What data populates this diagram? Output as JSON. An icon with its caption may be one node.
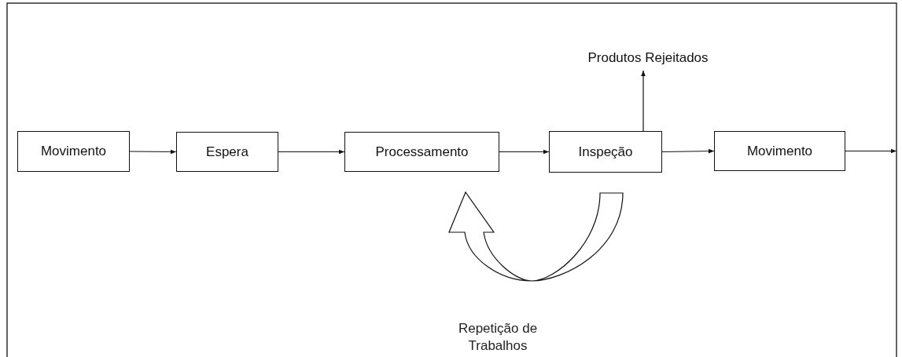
{
  "diagram": {
    "nodes": [
      {
        "text": [
          "Movimento"
        ]
      },
      {
        "text": [
          "Espera"
        ]
      },
      {
        "text": [
          "Processamento"
        ]
      },
      {
        "text": [
          "Inspeção"
        ]
      },
      {
        "text": [
          "Movimento"
        ]
      },
      {
        "text": [
          "Produtos Rejeitados"
        ]
      }
    ],
    "edges": [
      {
        "from": 0,
        "to": 1,
        "arrow": "to"
      },
      {
        "from": 1,
        "to": 2,
        "arrow": "to"
      },
      {
        "from": 2,
        "to": 3,
        "arrow": "to"
      },
      {
        "from": 3,
        "to": 4,
        "arrow": "to"
      },
      {
        "from": 4,
        "to": null,
        "arrow": "to"
      },
      {
        "from": 3,
        "to": 5,
        "arrow": "to"
      },
      {
        "from": 3,
        "to": 2,
        "arrow": "to",
        "style": "thick"
      }
    ],
    "labels": [
      "Repetição de Trabalhos"
    ]
  }
}
